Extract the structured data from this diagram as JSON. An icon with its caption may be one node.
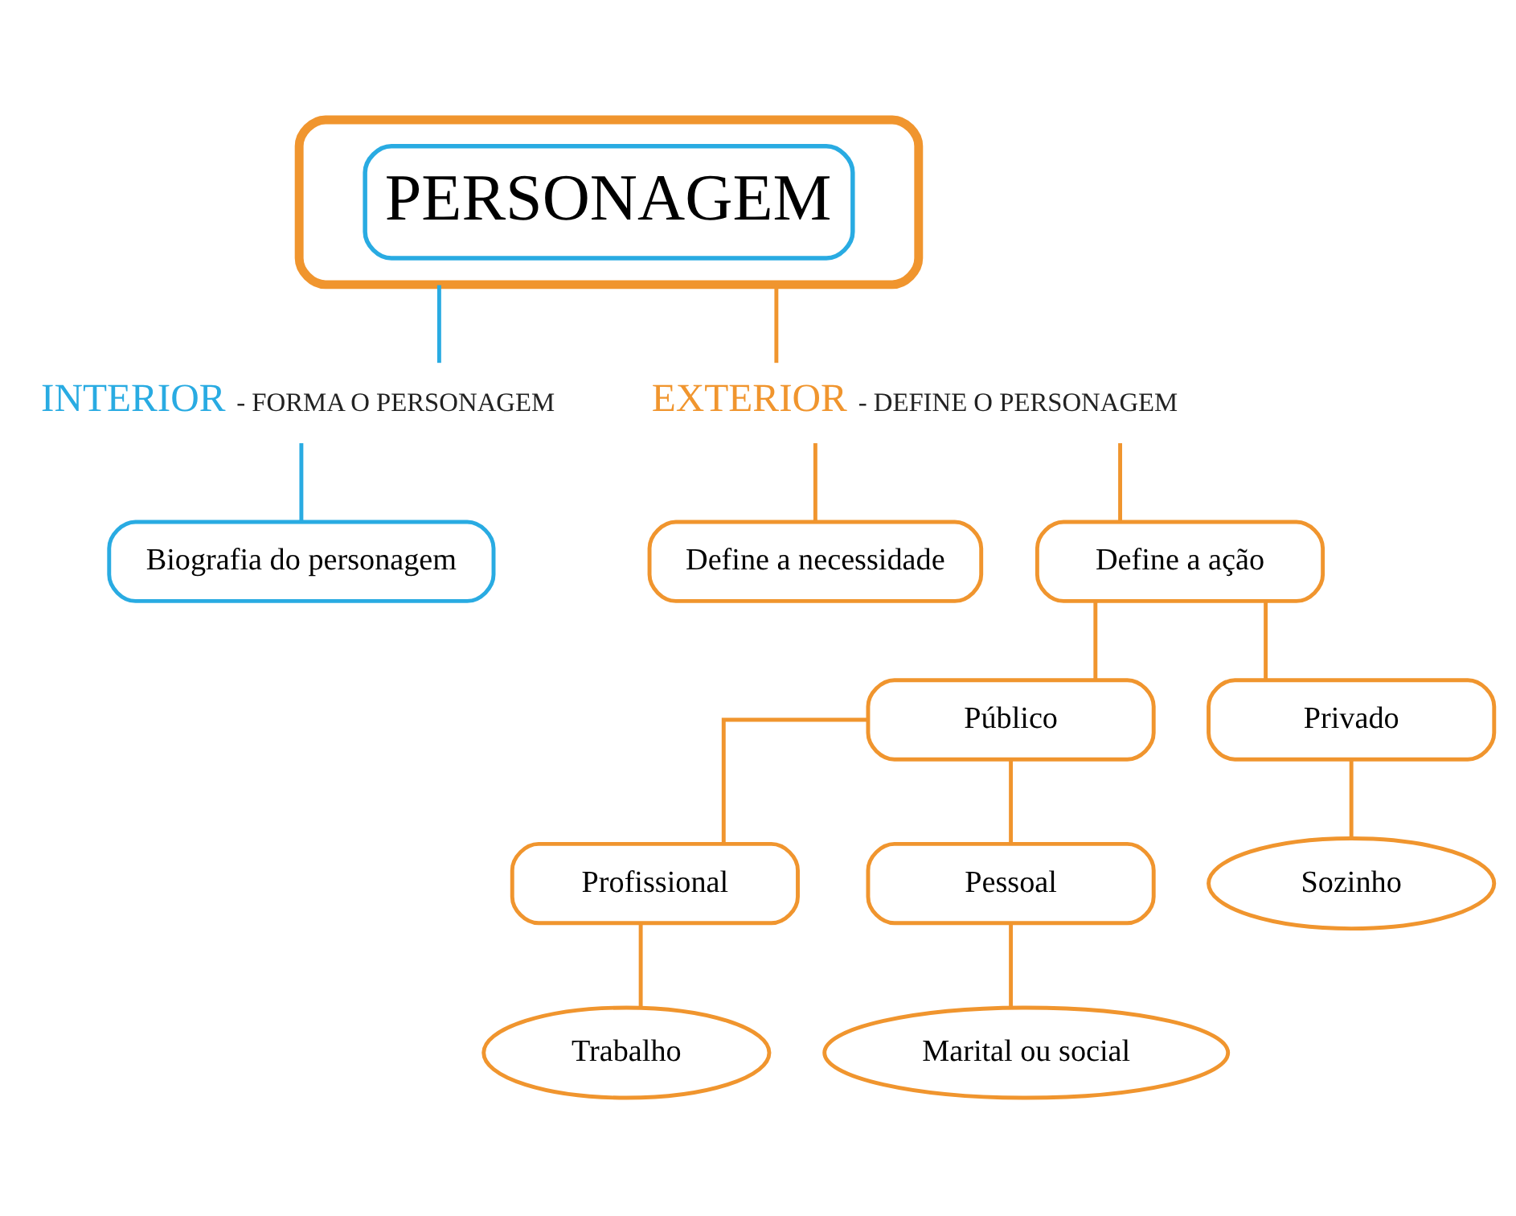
{
  "diagram": {
    "nodes": [
      {
        "text": [
          "PERSONAGEM"
        ]
      },
      {
        "text": [
          "INTERIOR",
          "- FORMA O PERSONAGEM"
        ]
      },
      {
        "text": [
          "EXTERIOR",
          "- DEFINE O PERSONAGEM"
        ]
      },
      {
        "text": [
          "Biografia do personagem"
        ]
      },
      {
        "text": [
          "Define a necessidade"
        ]
      },
      {
        "text": [
          "Define a ação"
        ]
      },
      {
        "text": [
          "Público"
        ]
      },
      {
        "text": [
          "Privado"
        ]
      },
      {
        "text": [
          "Profissional"
        ]
      },
      {
        "text": [
          "Pessoal"
        ]
      },
      {
        "text": [
          "Sozinho"
        ]
      },
      {
        "text": [
          "Trabalho"
        ]
      },
      {
        "text": [
          "Marital ou social"
        ]
      }
    ],
    "edges": [
      {
        "from": 0,
        "to": 1,
        "arrow": "none",
        "color": "#29abe2"
      },
      {
        "from": 0,
        "to": 2,
        "arrow": "none"
      },
      {
        "from": 1,
        "to": 3,
        "arrow": "none",
        "color": "#29abe2"
      },
      {
        "from": 2,
        "to": 4,
        "arrow": "none"
      },
      {
        "from": 2,
        "to": 5,
        "arrow": "none"
      },
      {
        "from": 5,
        "to": 6,
        "arrow": "none"
      },
      {
        "from": 5,
        "to": 7,
        "arrow": "none"
      },
      {
        "from": 6,
        "to": 8,
        "arrow": "none"
      },
      {
        "from": 6,
        "to": 9,
        "arrow": "none"
      },
      {
        "from": 7,
        "to": 10,
        "arrow": "none"
      },
      {
        "from": 8,
        "to": 11,
        "arrow": "none"
      },
      {
        "from": 9,
        "to": 12,
        "arrow": "none"
      }
    ]
  }
}
